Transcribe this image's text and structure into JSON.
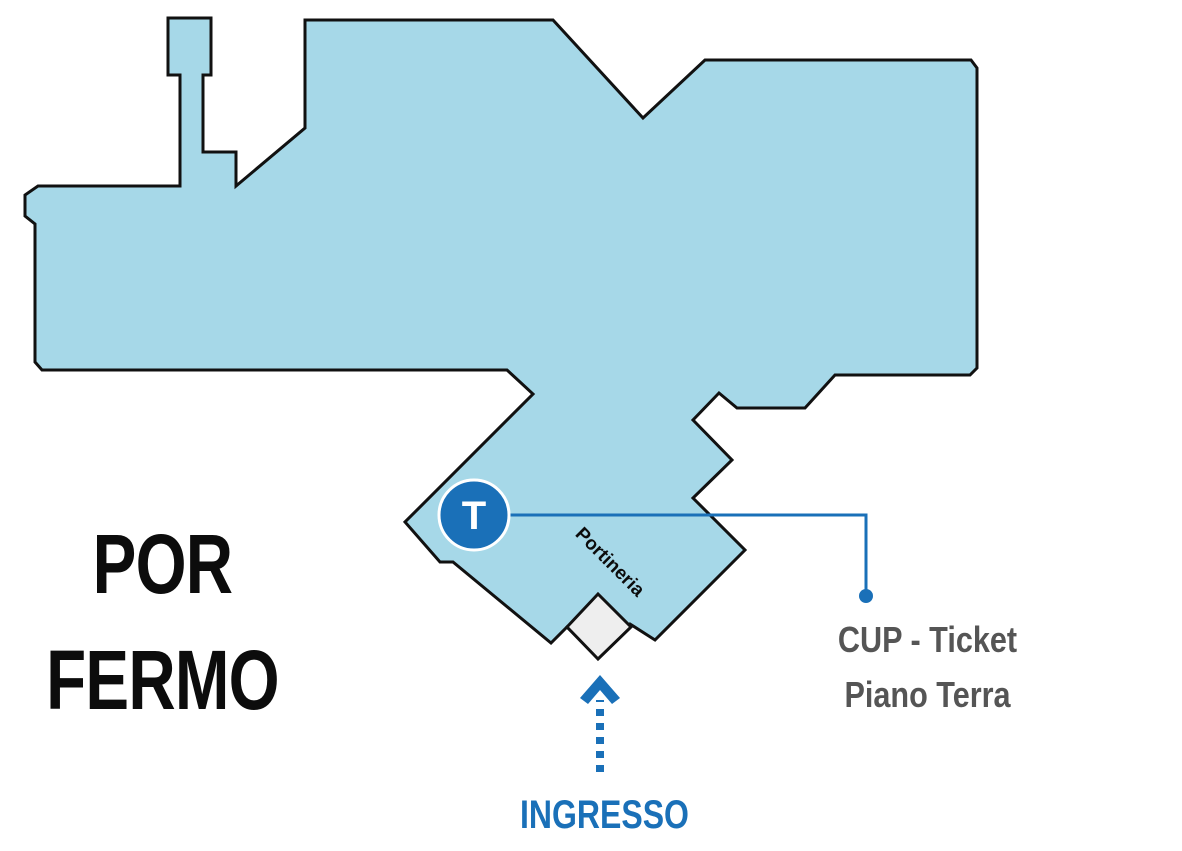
{
  "map": {
    "title_line1": "POR",
    "title_line2": "FERMO",
    "marker_letter": "T",
    "room_label": "Portineria",
    "callout_line1": "CUP - Ticket",
    "callout_line2": "Piano Terra",
    "entrance_label": "INGRESSO"
  },
  "colors": {
    "building_fill": "#a6d8e8",
    "outline": "#111111",
    "accent": "#1a70b8",
    "callout_text": "#555555",
    "entry_box": "#eeeeee"
  },
  "icons": {
    "marker": "ticket-marker-t",
    "entrance": "dotted-arrow-up"
  }
}
